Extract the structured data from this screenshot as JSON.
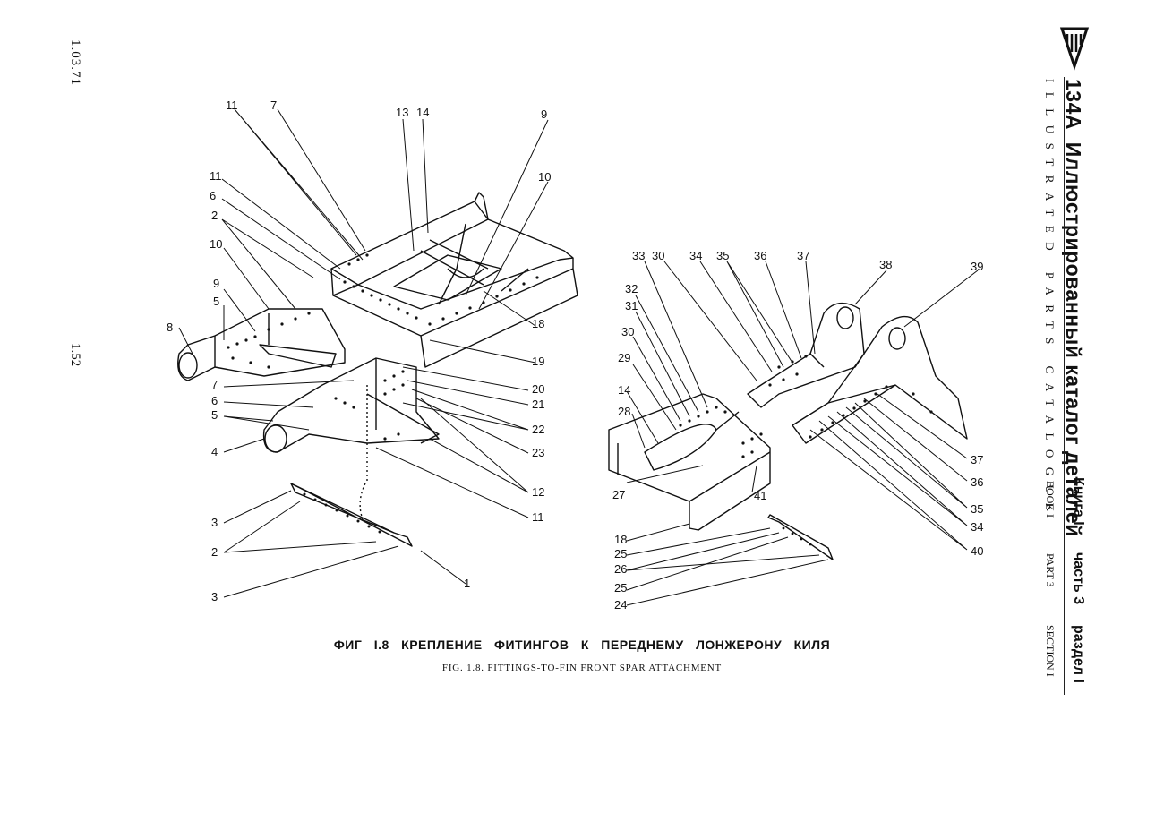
{
  "side_code": "1.03.71",
  "page_number": "1.52",
  "header": {
    "model": "134А",
    "title_ru": "Иллюстрированный каталог деталей",
    "title_en": "ILLUSTRATED PARTS CATALOGUE",
    "book_ru": "Книга I",
    "part_ru": "часть 3",
    "section_ru": "раздел I",
    "book_en": "BOOK I",
    "part_en": "PART 3",
    "section_en": "SECTION I"
  },
  "caption": {
    "ru": "ФИГ I.8 КРЕПЛЕНИЕ ФИТИНГОВ К ПЕРЕДНЕМУ ЛОНЖЕРОНУ КИЛЯ",
    "en": "FIG. 1.8. FITTINGS-TO-FIN FRONT SPAR ATTACHMENT"
  },
  "callouts": [
    "1",
    "2",
    "3",
    "4",
    "5",
    "6",
    "7",
    "8",
    "9",
    "10",
    "11",
    "12",
    "13",
    "14",
    "18",
    "19",
    "20",
    "21",
    "22",
    "23",
    "24",
    "25",
    "26",
    "27",
    "28",
    "29",
    "30",
    "31",
    "32",
    "33",
    "34",
    "35",
    "36",
    "37",
    "38",
    "39",
    "40",
    "41"
  ]
}
